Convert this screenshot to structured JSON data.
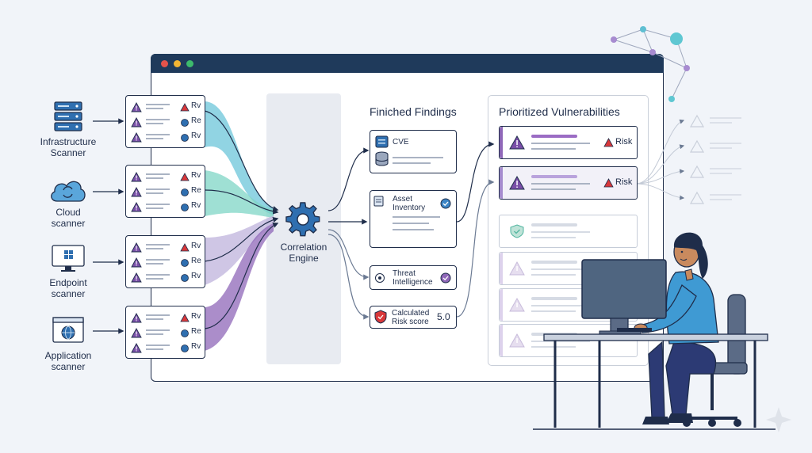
{
  "scanners": [
    {
      "label": "Infrastructure\nScanner",
      "icon": "server-icon"
    },
    {
      "label": "Cloud\nscanner",
      "icon": "cloud-sync-icon"
    },
    {
      "label": "Endpoint\nscanner",
      "icon": "monitor-windows-icon"
    },
    {
      "label": "Application\nscanner",
      "icon": "web-app-icon"
    }
  ],
  "scan_card_tags": [
    "Rv",
    "Re",
    "Rv"
  ],
  "engine": {
    "label": "Correlation\nEngine"
  },
  "findings": {
    "title": "Finiched Findings",
    "cve": "CVE",
    "asset": "Asset\nInventory",
    "threat": "Threat\nIntelligence",
    "risk_label": "Calculated\nRisk score",
    "risk_value": "5.0"
  },
  "prioritized": {
    "title": "Prioritized Vulnerabilities",
    "risk_tag": "Risk"
  },
  "colors": {
    "navy": "#1f2d4a",
    "teal": "#6cc5da",
    "mint": "#7fd6c6",
    "purple": "#8f67b8",
    "red": "#d9383a",
    "green": "#52b6a0"
  }
}
